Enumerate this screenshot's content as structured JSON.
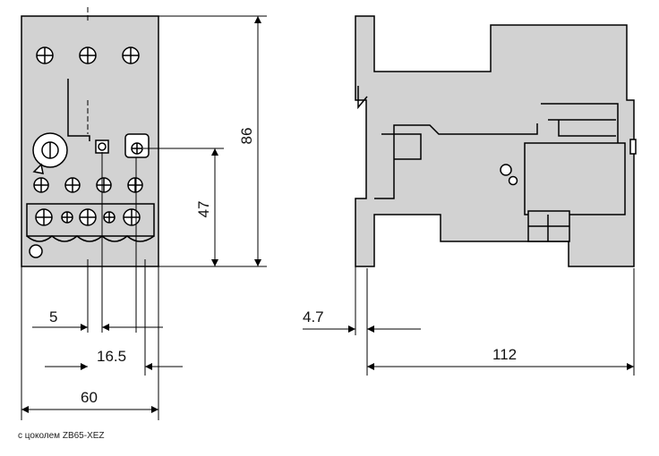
{
  "dimensions": {
    "height_total": "86",
    "height_terminal": "47",
    "offset_left": "5",
    "spacing": "16.5",
    "width_front": "60",
    "offset_side": "4.7",
    "depth_side": "112"
  },
  "caption": "с цоколем ZB65-XEZ",
  "colors": {
    "body_fill": "#d2d2d2",
    "outline": "#000000",
    "background": "#ffffff"
  }
}
